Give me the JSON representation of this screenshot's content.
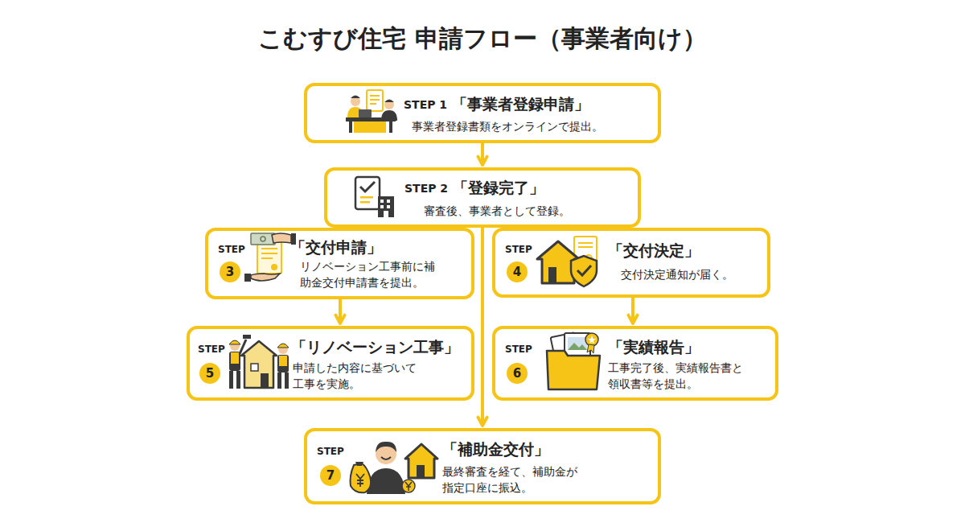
{
  "diagram": {
    "title": "こむすび住宅 申請フロー（事業者向け）",
    "nodes": [
      {
        "text": [
          "STEP 1",
          "「事業者登録申請」",
          "事業者登録書類をオンラインで提出。"
        ]
      },
      {
        "text": [
          "STEP 2",
          "「登録完了」",
          "審査後、事業者として登録。"
        ]
      },
      {
        "text": [
          "STEP",
          "3",
          "「交付申請」",
          "リノベーション工事前に補 助金交付申請書を提出。"
        ]
      },
      {
        "text": [
          "STEP",
          "4",
          "「交付決定」",
          "交付決定通知が届く。"
        ]
      },
      {
        "text": [
          "STEP",
          "5",
          "「リノベーション工事」",
          "申請した内容に基づいて 工事を実施。"
        ]
      },
      {
        "text": [
          "STEP",
          "6",
          "「実績報告」",
          "工事完了後、実績報告書と 領収書等を提出。"
        ]
      },
      {
        "text": [
          "STEP",
          "7",
          "「補助金交付」",
          "最終審査を経て、補助金が 指定口座に振込。"
        ]
      }
    ],
    "edges": [
      {
        "from": 0,
        "to": 1,
        "arrow": "to"
      },
      {
        "from": 1,
        "to": 6,
        "arrow": "to"
      },
      {
        "from": 2,
        "to": 4,
        "arrow": "to"
      },
      {
        "from": 3,
        "to": 5,
        "arrow": "to"
      }
    ]
  }
}
